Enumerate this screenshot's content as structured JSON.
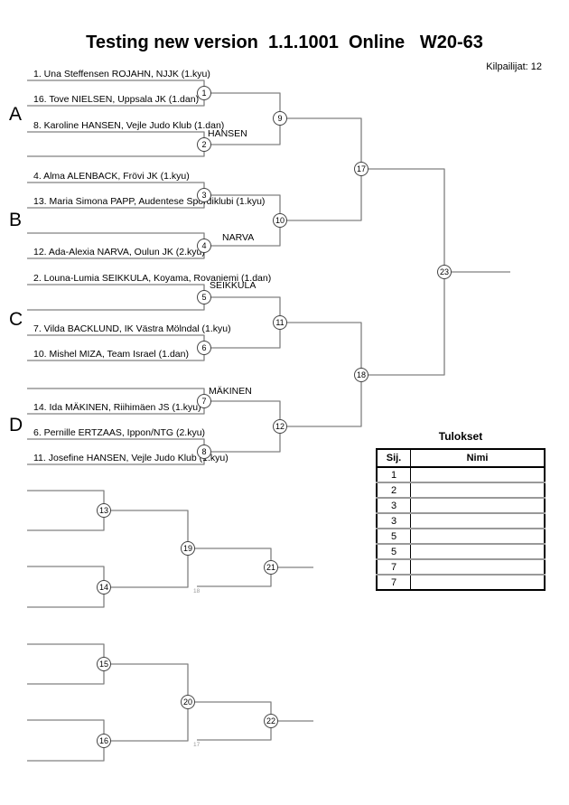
{
  "header": {
    "title": "Testing new version  1.1.1001  Online   W20-63",
    "competitors": "Kilpailijat: 12"
  },
  "sections": [
    "A",
    "B",
    "C",
    "D"
  ],
  "entries": [
    "1. Una Steffensen ROJAHN, NJJK (1.kyu)",
    "16. Tove NIELSEN, Uppsala JK (1.dan)",
    "8. Karoline HANSEN, Vejle Judo Klub (1.dan)",
    "",
    "4. Alma ALENBACK, Frövi JK (1.kyu)",
    "13. Maria Simona PAPP, Audentese Spordiklubi (1.kyu)",
    "",
    "12. Ada-Alexia NARVA, Oulun JK (2.kyu)",
    "2. Louna-Lumia SEIKKULA, Koyama, Rovaniemi (1.dan)",
    "",
    "7. Vilda BACKLUND, IK Västra Mölndal (1.kyu)",
    "10. Mishel MIZA, Team Israel (1.dan)",
    "",
    "14. Ida MÄKINEN, Riihimäen JS (1.kyu)",
    "6. Pernille ERTZAAS, Ippon/NTG (2.kyu)",
    "11. Josefine HANSEN, Vejle Judo Klub (1.kyu)"
  ],
  "winner_labels": [
    "HANSEN",
    "NARVA",
    "SEIKKULA",
    "MÄKINEN"
  ],
  "match_numbers": [
    "1",
    "2",
    "3",
    "4",
    "5",
    "6",
    "7",
    "8",
    "9",
    "10",
    "11",
    "12",
    "13",
    "14",
    "15",
    "16",
    "17",
    "18",
    "19",
    "20",
    "21",
    "22",
    "23"
  ],
  "repechage_feeders": [
    "18",
    "17"
  ],
  "results": {
    "title": "Tulokset",
    "col_pos": "Sij.",
    "col_name": "Nimi",
    "rows": [
      {
        "pos": "1",
        "name": ""
      },
      {
        "pos": "2",
        "name": ""
      },
      {
        "pos": "3",
        "name": ""
      },
      {
        "pos": "3",
        "name": ""
      },
      {
        "pos": "5",
        "name": ""
      },
      {
        "pos": "5",
        "name": ""
      },
      {
        "pos": "7",
        "name": ""
      },
      {
        "pos": "7",
        "name": ""
      }
    ]
  },
  "colors": {
    "bracket_line": "#808080",
    "text": "#000000",
    "feeder_text": "#9a9a9a"
  }
}
